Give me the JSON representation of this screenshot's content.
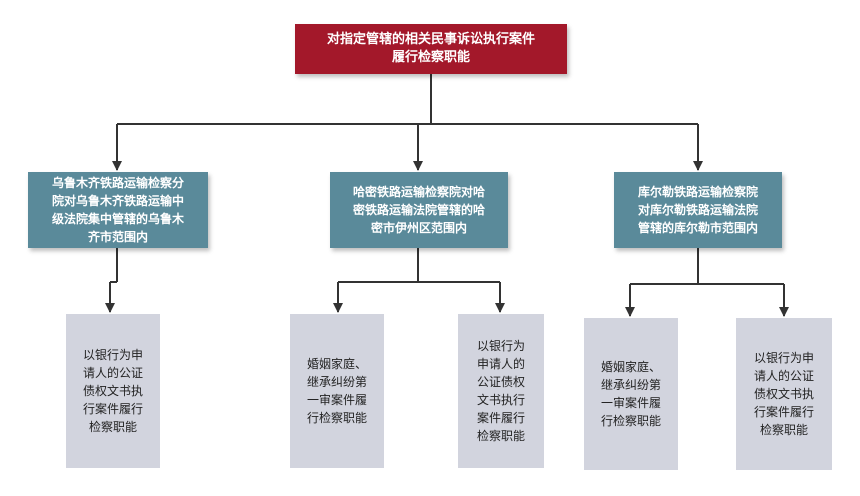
{
  "root": {
    "label": "对指定管辖的相关民事诉讼执行案件\n履行检察职能"
  },
  "middle": [
    {
      "label": "乌鲁木齐铁路运输检察分\n院对乌鲁木齐铁路运输中\n级法院集中管辖的乌鲁木\n齐市范围内"
    },
    {
      "label": "哈密铁路运输检察院对哈\n密铁路运输法院管辖的哈\n密市伊州区范围内"
    },
    {
      "label": "库尔勒铁路运输检察院\n对库尔勒铁路运输法院\n管辖的库尔勒市范围内"
    }
  ],
  "leaves": [
    {
      "label": "以银行为申\n请人的公证\n债权文书执\n行案件履行\n检察职能"
    },
    {
      "label": "婚姻家庭、\n继承纠纷第\n一审案件履\n行检察职能"
    },
    {
      "label": "以银行为\n申请人的\n公证债权\n文书执行\n案件履行\n检察职能"
    },
    {
      "label": "婚姻家庭、\n继承纠纷第\n一审案件履\n行检察职能"
    },
    {
      "label": "以银行为申\n请人的公证\n债权文书执\n行案件履行\n检察职能"
    }
  ],
  "colors": {
    "root_fill": "#a3182a",
    "middle_fill": "#5a8a9a",
    "leaf_fill": "#d2d4de",
    "connector": "#333333"
  }
}
